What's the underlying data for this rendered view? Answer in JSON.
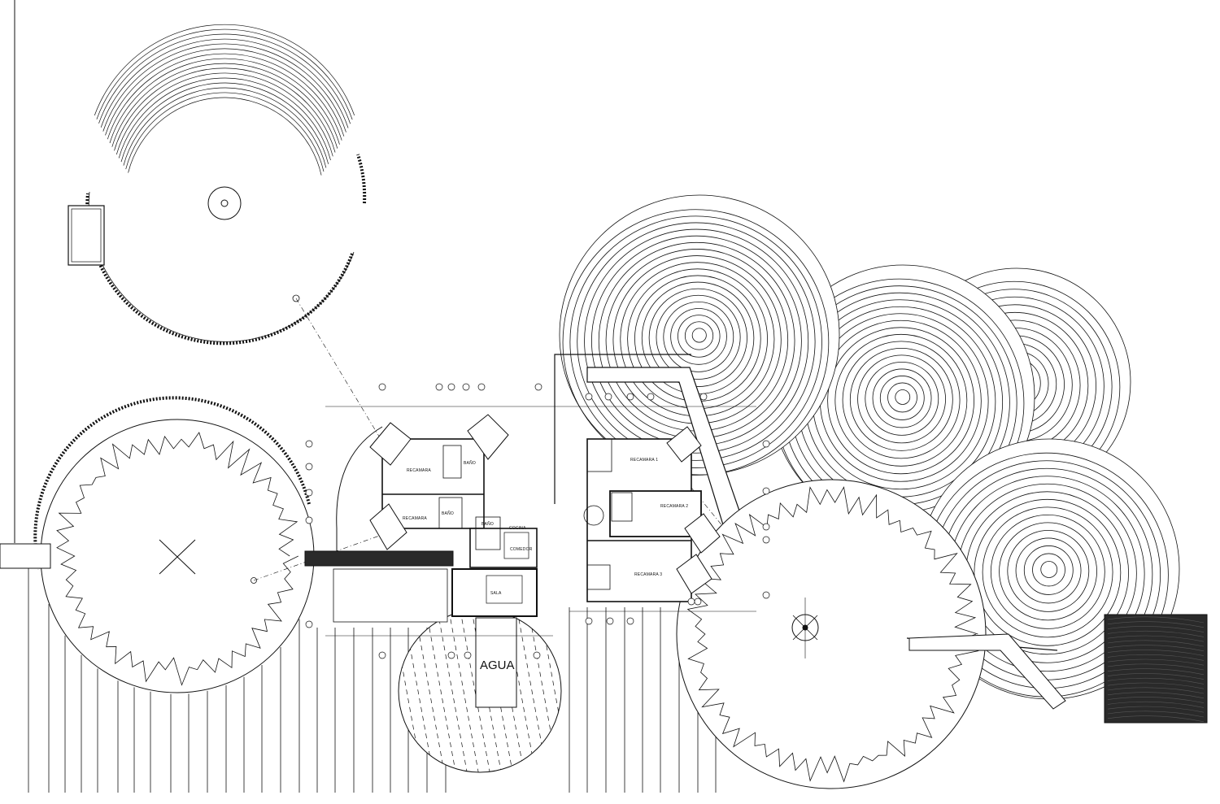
{
  "plan": {
    "rooms": {
      "recamara": "RECAMARA",
      "recamara_lower": "RECAMARA",
      "bano_a": "BAÑO",
      "bano_b": "BAÑO",
      "bano_c": "BAÑO",
      "cocina": "COCINA",
      "comedor": "COMEDOR",
      "sala": "SALA",
      "recamara_1": "RECAMARA 1",
      "recamara_2": "RECAMARA 2",
      "recamara_3": "RECAMARA 3"
    },
    "water_label": "AGUA"
  },
  "colors": {
    "ink": "#111111",
    "background": "#ffffff",
    "fill_dark": "#2a2a2a"
  }
}
